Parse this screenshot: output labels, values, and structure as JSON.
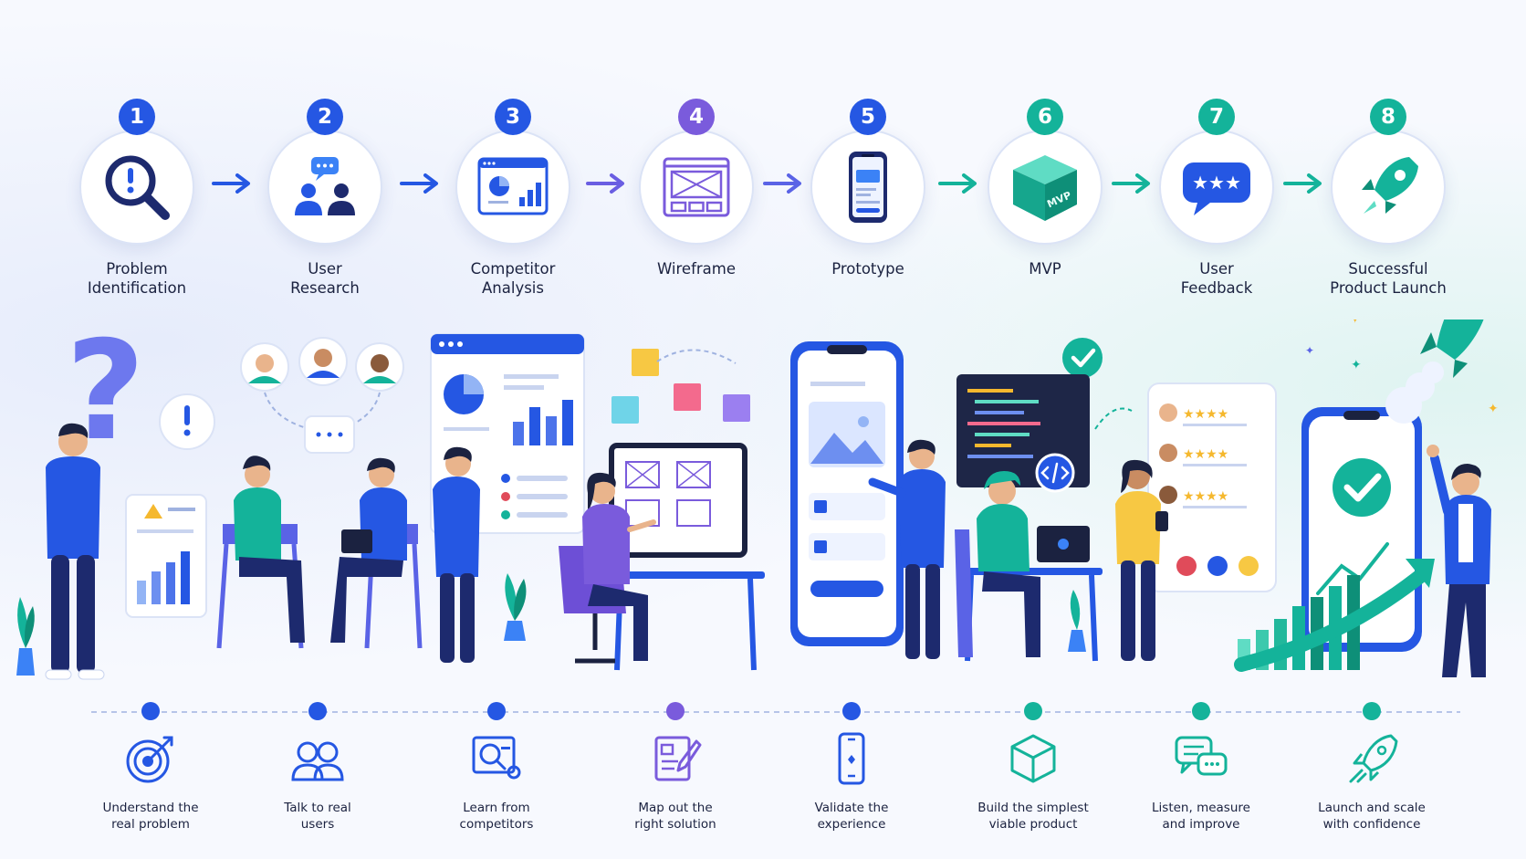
{
  "colors": {
    "blue": "#2557e3",
    "indigo": "#5a63e6",
    "violet": "#7a5bdc",
    "teal": "#14b39a",
    "navy": "#1d2a6e"
  },
  "steps": [
    {
      "number": "1",
      "label": "Problem\nIdentification",
      "icon": "magnifier-exclamation-icon",
      "color": "#2557e3"
    },
    {
      "number": "2",
      "label": "User\nResearch",
      "icon": "users-chat-icon",
      "color": "#2557e3"
    },
    {
      "number": "3",
      "label": "Competitor\nAnalysis",
      "icon": "analytics-dashboard-icon",
      "color": "#2557e3"
    },
    {
      "number": "4",
      "label": "Wireframe",
      "icon": "wireframe-icon",
      "color": "#7a5bdc"
    },
    {
      "number": "5",
      "label": "Prototype",
      "icon": "phone-prototype-icon",
      "color": "#2557e3"
    },
    {
      "number": "6",
      "label": "MVP",
      "icon": "mvp-box-icon",
      "color": "#14b39a"
    },
    {
      "number": "7",
      "label": "User\nFeedback",
      "icon": "rating-bubble-icon",
      "color": "#14b39a"
    },
    {
      "number": "8",
      "label": "Successful\nProduct Launch",
      "icon": "rocket-icon",
      "color": "#14b39a"
    }
  ],
  "footer": [
    {
      "caption": "Understand the\nreal problem",
      "icon": "target-icon",
      "color": "#2557e3"
    },
    {
      "caption": "Talk to real\nusers",
      "icon": "users-icon",
      "color": "#2557e3"
    },
    {
      "caption": "Learn from\ncompetitors",
      "icon": "search-document-icon",
      "color": "#2557e3"
    },
    {
      "caption": "Map out the\nright solution",
      "icon": "edit-document-icon",
      "color": "#7a5bdc"
    },
    {
      "caption": "Validate the\nexperience",
      "icon": "phone-icon",
      "color": "#2557e3"
    },
    {
      "caption": "Build the simplest\nviable product",
      "icon": "cube-icon",
      "color": "#14b39a"
    },
    {
      "caption": "Listen, measure\nand improve",
      "icon": "chat-bubbles-icon",
      "color": "#14b39a"
    },
    {
      "caption": "Launch and scale\nwith confidence",
      "icon": "rocket-outline-icon",
      "color": "#14b39a"
    }
  ],
  "mvp_tag": "MVP"
}
